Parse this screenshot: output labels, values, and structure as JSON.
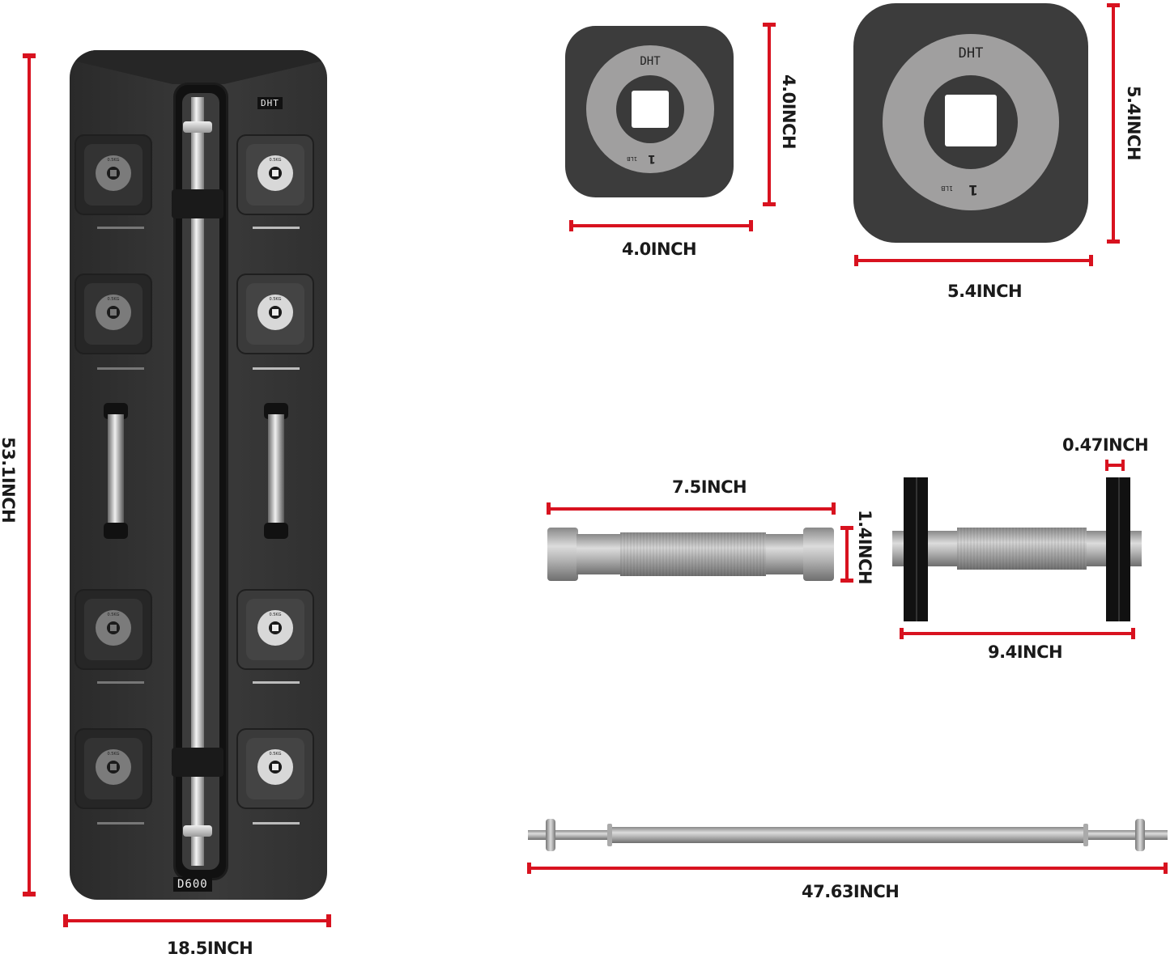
{
  "product": {
    "model_badge": "D600",
    "brand_logo": "DHT"
  },
  "rack": {
    "plate_label": "0.5KG",
    "dimensions": {
      "height": "53.1INCH",
      "width": "18.5INCH"
    }
  },
  "small_plate": {
    "logo": "DHT",
    "weight_number": "1",
    "weight_unit": "1LB",
    "width": "4.0INCH",
    "height": "4.0INCH"
  },
  "large_plate": {
    "logo": "DHT",
    "weight_number": "1",
    "weight_unit": "1LB",
    "width": "5.4INCH",
    "height": "5.4INCH"
  },
  "handle": {
    "length": "7.5INCH",
    "diameter": "1.4INCH"
  },
  "dumbbell": {
    "plate_thickness": "0.47INCH",
    "total_length": "9.4INCH"
  },
  "barbell": {
    "length": "47.63INCH"
  },
  "colors": {
    "dimension_line": "#d8121f",
    "rack_body": "#333333",
    "plate_body": "#3c3c3c",
    "plate_ring": "#a09f9f"
  }
}
